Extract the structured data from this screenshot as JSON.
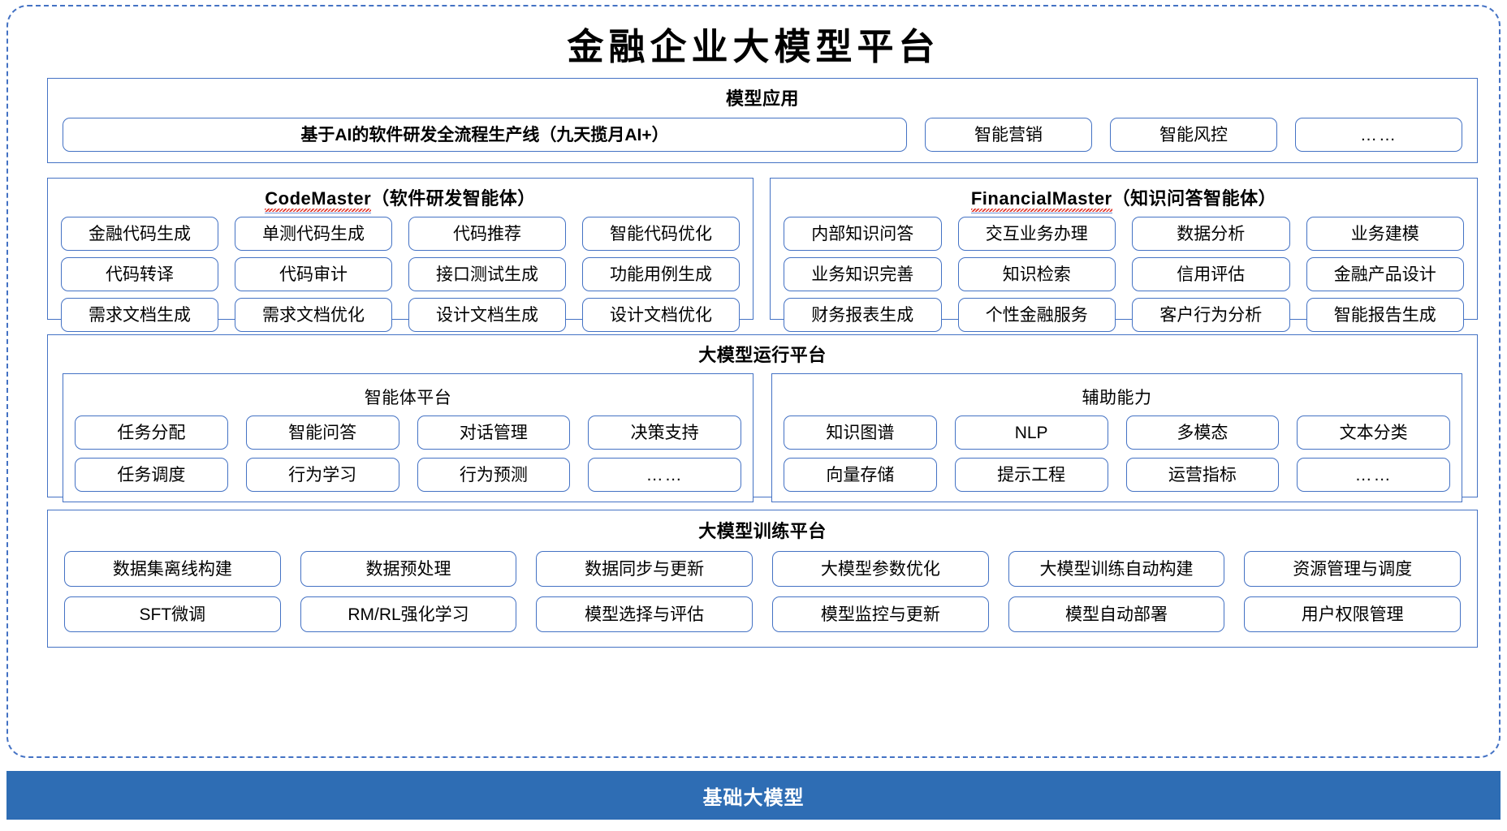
{
  "page": {
    "title": "金融企业大模型平台"
  },
  "colors": {
    "border_blue": "#4472C4",
    "base_bar_blue": "#2E6DB4",
    "spellcheck_red": "#E03A2F",
    "text_black": "#000000",
    "background": "#FFFFFF"
  },
  "sections": {
    "applications": {
      "title": "模型应用",
      "pipeline": "基于AI的软件研发全流程生产线（九天揽月AI+）",
      "items": [
        "智能营销",
        "智能风控",
        "……"
      ]
    },
    "code_master": {
      "name_en": "CodeMaster",
      "name_cn": "（软件研发智能体）",
      "rows": [
        [
          "金融代码生成",
          "单测代码生成",
          "代码推荐",
          "智能代码优化"
        ],
        [
          "代码转译",
          "代码审计",
          "接口测试生成",
          "功能用例生成"
        ],
        [
          "需求文档生成",
          "需求文档优化",
          "设计文档生成",
          "设计文档优化"
        ]
      ]
    },
    "financial_master": {
      "name_en": "FinancialMaster",
      "name_cn": "（知识问答智能体）",
      "rows": [
        [
          "内部知识问答",
          "交互业务办理",
          "数据分析",
          "业务建模"
        ],
        [
          "业务知识完善",
          "知识检索",
          "信用评估",
          "金融产品设计"
        ],
        [
          "财务报表生成",
          "个性金融服务",
          "客户行为分析",
          "智能报告生成"
        ]
      ]
    },
    "runtime_platform": {
      "title": "大模型运行平台",
      "agent_platform": {
        "title": "智能体平台",
        "rows": [
          [
            "任务分配",
            "智能问答",
            "对话管理",
            "决策支持"
          ],
          [
            "任务调度",
            "行为学习",
            "行为预测",
            "……"
          ]
        ]
      },
      "auxiliary": {
        "title": "辅助能力",
        "rows": [
          [
            "知识图谱",
            "NLP",
            "多模态",
            "文本分类"
          ],
          [
            "向量存储",
            "提示工程",
            "运营指标",
            "……"
          ]
        ]
      }
    },
    "training_platform": {
      "title": "大模型训练平台",
      "rows": [
        [
          "数据集离线构建",
          "数据预处理",
          "数据同步与更新",
          "大模型参数优化",
          "大模型训练自动构建",
          "资源管理与调度"
        ],
        [
          "SFT微调",
          "RM/RL强化学习",
          "模型选择与评估",
          "模型监控与更新",
          "模型自动部署",
          "用户权限管理"
        ]
      ]
    },
    "base_model": {
      "label": "基础大模型"
    }
  }
}
